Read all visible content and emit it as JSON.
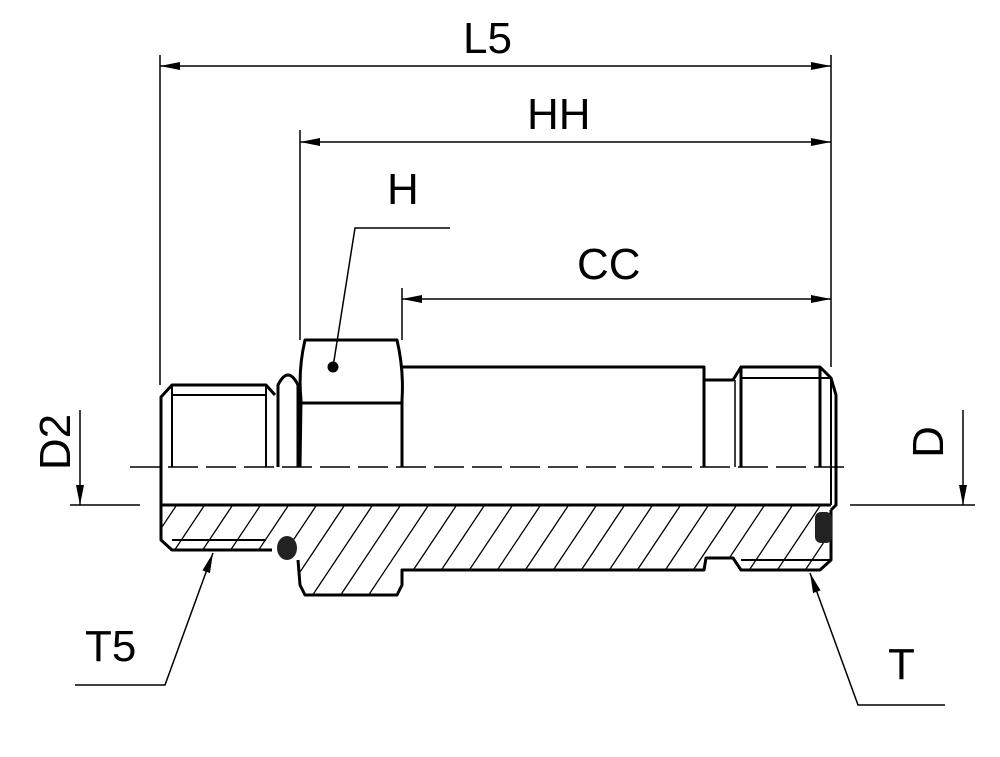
{
  "labels": {
    "L5": "L5",
    "HH": "HH",
    "H": "H",
    "CC": "CC",
    "D2": "D2",
    "D": "D",
    "T5": "T5",
    "T": "T"
  },
  "colors": {
    "line": "#000000",
    "background": "#ffffff"
  }
}
